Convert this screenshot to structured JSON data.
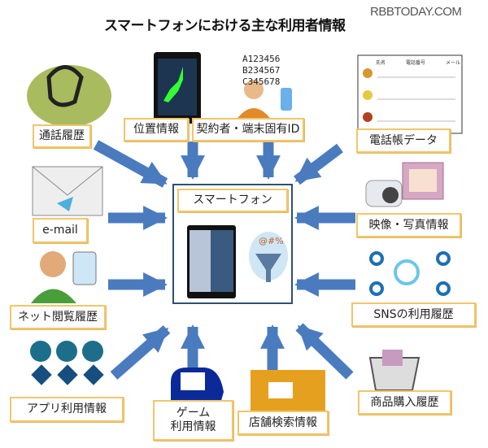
{
  "title": "スマートフォンにおける主な利用者情報",
  "watermark": "RBBTODAY.COM",
  "center": {
    "label": "スマートフォン"
  },
  "id_sample": [
    "A123456",
    "B234567",
    "C345678"
  ],
  "phonebook_headers": [
    "氏名",
    "電話番号",
    "メール"
  ],
  "items": [
    {
      "label": "通話履歴",
      "icon": "telephone-icon"
    },
    {
      "label": "位置情報",
      "icon": "map-phone-icon"
    },
    {
      "label": "契約者・端末固有ID",
      "icon": "user-id-icon"
    },
    {
      "label": "電話帳データ",
      "icon": "phonebook-icon"
    },
    {
      "label": "e-mail",
      "icon": "envelope-icon"
    },
    {
      "label": "映像・写真情報",
      "icon": "camera-photo-icon"
    },
    {
      "label": "ネット閲覧履歴",
      "icon": "browsing-user-icon"
    },
    {
      "label": "SNSの利用履歴",
      "icon": "social-network-icon"
    },
    {
      "label": "アプリ利用情報",
      "icon": "apps-icon"
    },
    {
      "label": "ゲーム",
      "label2": "利用情報",
      "icon": "game-controller-icon"
    },
    {
      "label": "店舗検索情報",
      "icon": "store-icon"
    },
    {
      "label": "商品購入履歴",
      "icon": "shopping-cart-icon"
    }
  ],
  "colors": {
    "arrow": "#4a7bbf",
    "label_border": "#f0c66a",
    "center_border": "#2f5070"
  }
}
